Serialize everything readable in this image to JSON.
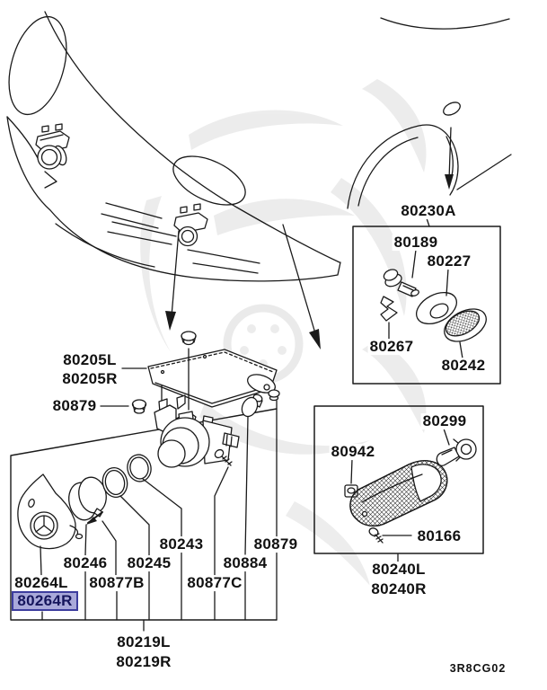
{
  "page": {
    "figure_code": "3R8CG02"
  },
  "styles": {
    "highlight": "background:#a9a9da;border:2px solid #3d3d9e;color:#15155c"
  },
  "colors": {
    "line": "#1a1a1a",
    "watermark": "#dedede",
    "highlight_bg": "#a9a9da",
    "highlight_border": "#3d3d9e",
    "highlight_text": "#15155c"
  },
  "side_turn_lamp_kit": {
    "assembly": "80230A",
    "socket": "80189",
    "packing": "80227",
    "clip": "80267",
    "lens": "80242"
  },
  "side_marker_lamp": {
    "socket": "80299",
    "clip": "80942",
    "screw": "80166",
    "assembly_left": "80240L",
    "assembly_right": "80240R"
  },
  "front_fog_lamp": {
    "bracket_left": "80205L",
    "bracket_right": "80205R",
    "nut": "80879",
    "nut_rear": "80879",
    "gasket_a": "80243",
    "ring": "80246",
    "gasket_b": "80245",
    "bulb": "80884",
    "cover_left": "80264L",
    "cover_right": "80264R",
    "screw_b": "80877B",
    "screw_c": "80877C",
    "assembly_left": "80219L",
    "assembly_right": "80219R"
  }
}
